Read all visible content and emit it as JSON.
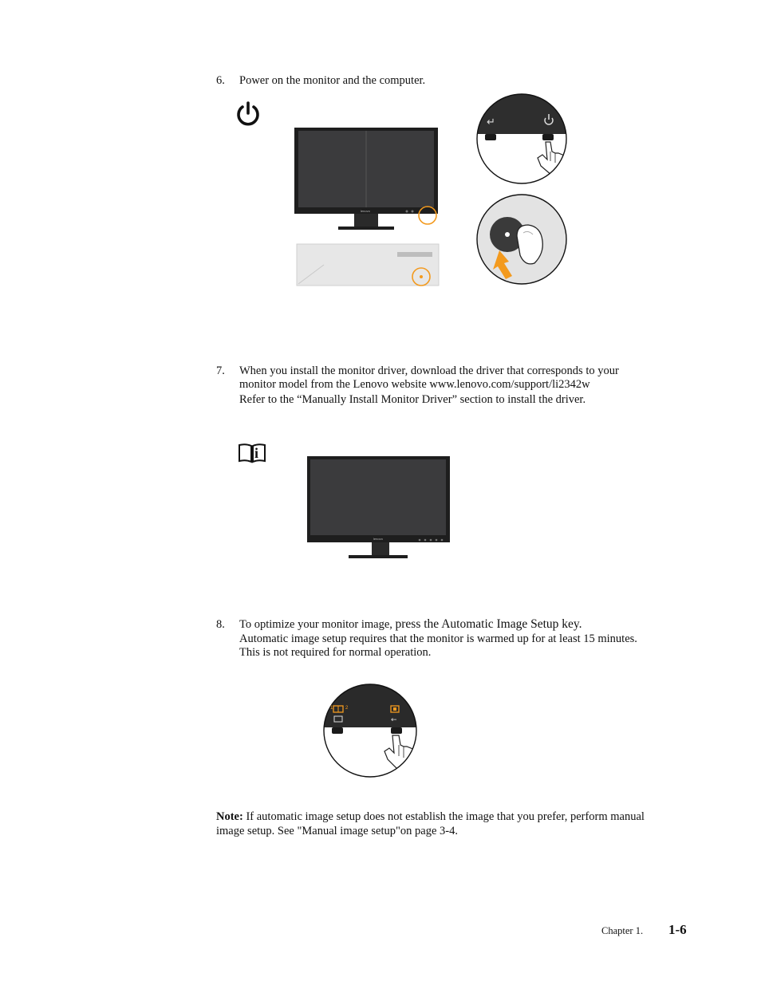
{
  "step6": {
    "number": "6.",
    "text": "Power on the monitor and the computer.",
    "monitor_brand": "lenovo"
  },
  "step7": {
    "number": "7.",
    "line1": "When you install the monitor driver, download the driver that corresponds to your",
    "line2": "monitor model from the Lenovo website www.lenovo.com/support/li2342w",
    "line3": "Refer to the “Manually Install Monitor Driver” section to install the driver.",
    "info_glyph": "i",
    "monitor_brand": "lenovo"
  },
  "step8": {
    "number": "8.",
    "line1_a": "To optimize your monitor image, ",
    "line1_b": "press the Automatic Image Setup key.",
    "line2": "Automatic image setup requires that the monitor is warmed up for at least 15 minutes.",
    "line3": "This is not required for normal operation.",
    "key_left": "1",
    "key_right": "2"
  },
  "note": {
    "label": "Note:",
    "line1": " If automatic image setup does not establish the image that you prefer, perform manual",
    "line2": "image setup. See \"Manual image setup\"on page 3-4."
  },
  "footer": {
    "chapter": "Chapter 1.",
    "page": "1-6"
  },
  "colors": {
    "accent_orange": "#f39a1e",
    "monitor_dark": "#3b3b3d",
    "bezel_black": "#1e1e1e"
  },
  "icons": [
    "power-icon",
    "info-book-icon",
    "enter-icon",
    "finger-press-icon",
    "arrow-icon"
  ]
}
